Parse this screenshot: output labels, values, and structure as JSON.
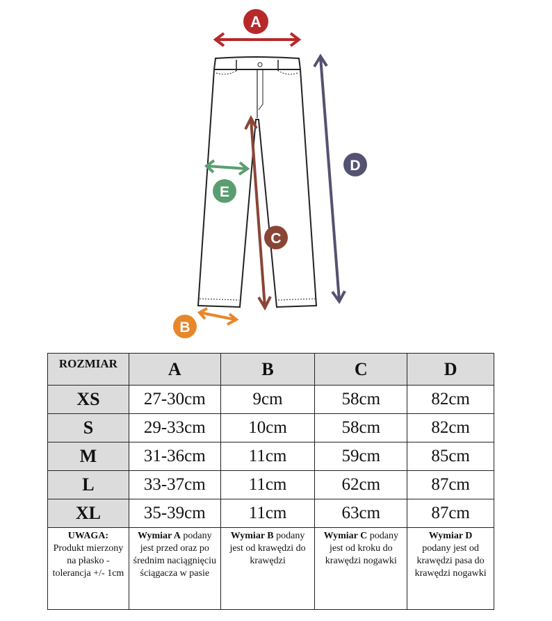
{
  "diagram": {
    "labels": [
      "A",
      "B",
      "C",
      "D",
      "E"
    ],
    "colors": {
      "A": "#b8282a",
      "B": "#e8872a",
      "C": "#8a4536",
      "D": "#545270",
      "E": "#5a9e70"
    }
  },
  "table": {
    "headers": [
      "ROZMIAR",
      "A",
      "B",
      "C",
      "D"
    ],
    "rows": [
      {
        "size": "XS",
        "values": [
          "27-30cm",
          "9cm",
          "58cm",
          "82cm"
        ]
      },
      {
        "size": "S",
        "values": [
          "29-33cm",
          "10cm",
          "58cm",
          "82cm"
        ]
      },
      {
        "size": "M",
        "values": [
          "31-36cm",
          "11cm",
          "59cm",
          "85cm"
        ]
      },
      {
        "size": "L",
        "values": [
          "33-37cm",
          "11cm",
          "62cm",
          "87cm"
        ]
      },
      {
        "size": "XL",
        "values": [
          "35-39cm",
          "11cm",
          "63cm",
          "87cm"
        ]
      }
    ],
    "notes": [
      {
        "bold": "UWAGA:",
        "text": "Produkt mierzony na płasko - tolerancja +/- 1cm"
      },
      {
        "bold": "Wymiar A",
        "text": "podany jest przed oraz po średnim naciągnięciu ściągacza w pasie"
      },
      {
        "bold": "Wymiar B",
        "text": "podany jest od krawędzi do krawędzi"
      },
      {
        "bold": "Wymiar C",
        "text": "podany jest od kroku do krawędzi nogawki"
      },
      {
        "bold": "Wymiar D",
        "text": "podany jest od krawędzi pasa do krawędzi nogawki"
      }
    ]
  }
}
